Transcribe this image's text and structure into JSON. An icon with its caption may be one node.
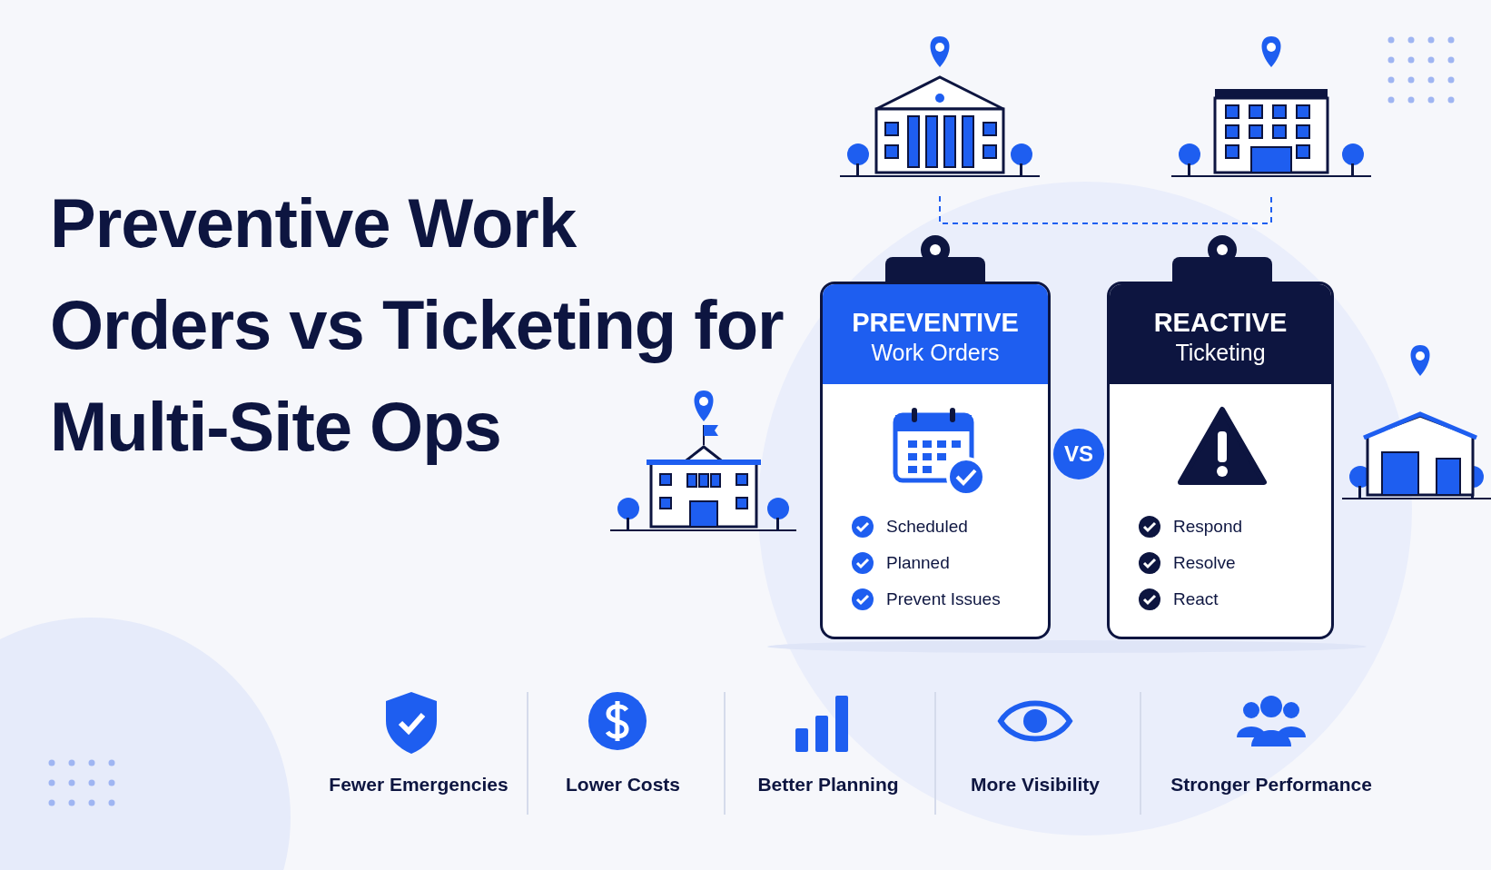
{
  "diagram": {
    "title": "Preventive Work Orders vs Ticketing for Multi-Site Ops",
    "nodes": [
      {
        "text": [],
        "shape": "picture"
      },
      {
        "text": [],
        "shape": "picture"
      },
      {
        "text": [
          "PREVENTIVE",
          "Work Orders",
          "Scheduled",
          "Planned",
          "Prevent Issues"
        ]
      },
      {
        "text": [
          "VS"
        ]
      },
      {
        "text": [
          "REACTIVE",
          "Ticketing",
          "Respond",
          "Resolve",
          "React"
        ]
      }
    ],
    "edges": [
      {
        "from": 0,
        "to": 1,
        "arrow": "none",
        "style": "dashed"
      }
    ],
    "labels": [
      "Fewer Emergencies",
      "Lower Costs",
      "Better Planning",
      "More Visibility",
      "Stronger Performance"
    ]
  }
}
